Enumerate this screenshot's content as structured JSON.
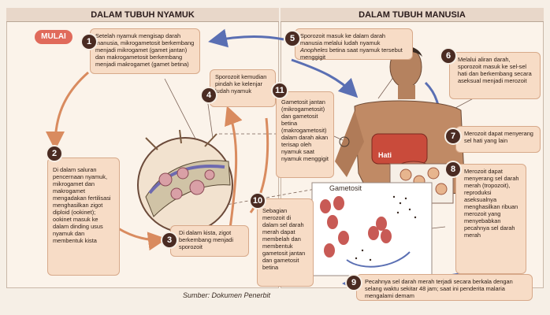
{
  "headers": {
    "left": "DALAM TUBUH NYAMUK",
    "right": "DALAM TUBUH MANUSIA"
  },
  "start_label": "MULAI",
  "steps": [
    {
      "n": "1",
      "text": "Setelah nyamuk mengisap darah manusia, mikrogametosit berkembang menjadi mikrogamet (gamet jantan) dan makrogametosit berkembang menjadi makrogamet (gamet betina)"
    },
    {
      "n": "2",
      "text": "Di dalam saluran pencernaan nyamuk, mikrogamet dan makrogamet mengadakan fertilisasi menghasilkan zigot diploid (ookinet); ookinet masuk ke dalam dinding usus nyamuk dan membentuk kista"
    },
    {
      "n": "3",
      "text": "Di dalam kista, zigot berkembang menjadi sporozoit"
    },
    {
      "n": "4",
      "text": "Sporozoit kemudian pindah ke kelenjar ludah nyamuk"
    },
    {
      "n": "5",
      "text_a": "Sporozoit masuk ke dalam darah manusia melalui ludah nyamuk ",
      "text_em": "Anopheles",
      "text_b": " betina saat nyamuk tersebut menggigit"
    },
    {
      "n": "6",
      "text": "Melalui aliran darah, sporozoit masuk ke sel-sel hati dan berkembang secara aseksual menjadi merozoit"
    },
    {
      "n": "7",
      "text": "Merozoit dapat menyerang sel hati yang lain"
    },
    {
      "n": "8",
      "text": "Merozoit dapat menyerang sel darah merah (tropozoit), reproduksi aseksualnya menghasilkan ribuan merozoit yang menyebabkan pecahnya sel darah merah"
    },
    {
      "n": "9",
      "text": "Pecahnya sel darah merah terjadi secara berkala dengan selang waktu sekitar 48 jam; saat ini penderita malaria mengalami demam"
    },
    {
      "n": "10",
      "text": "Sebagian merozoit di dalam sel darah merah dapat membelah dan membentuk gametosit jantan dan gametosit betina"
    },
    {
      "n": "11",
      "text": "Gametosit jantan (mikrogametosit) dan gametosit betina (makrogametosit) dalam darah akan terisap oleh nyamuk saat nyamuk menggigit"
    }
  ],
  "labels": {
    "hati": "Hati",
    "gametosit": "Gametosit",
    "source": "Sumber: Dokumen Penerbit"
  },
  "colors": {
    "box_fill": "#f7dcc6",
    "box_border": "#d7a98a",
    "badge": "#4a2b22",
    "start": "#e06a5b",
    "arrow_orange": "#d98b5f",
    "arrow_blue": "#5a6fb3"
  }
}
